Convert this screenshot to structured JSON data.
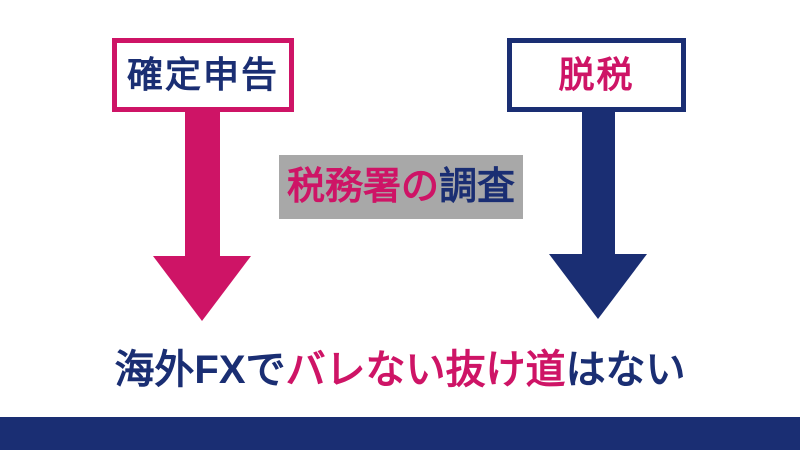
{
  "colors": {
    "pink": "#ce1466",
    "navy": "#1a2e73",
    "gray": "#a8a8a8",
    "background": "#ffffff"
  },
  "left_flow": {
    "box_label": "確定申告"
  },
  "right_flow": {
    "box_label": "脱税"
  },
  "center_label": {
    "pink_part": "税務署の",
    "navy_part": "調査"
  },
  "conclusion": {
    "navy_part1": "海外FXで",
    "pink_part": "バレない抜け道",
    "navy_part2": "はない"
  }
}
